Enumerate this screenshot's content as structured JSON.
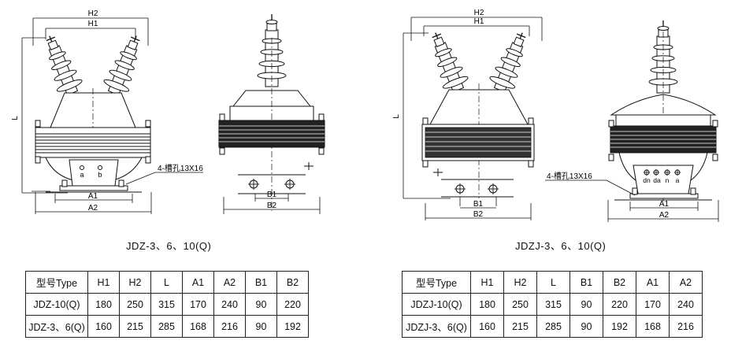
{
  "left": {
    "caption": "JDZ-3、6、10(Q)",
    "dims": {
      "h2": "H2",
      "h1": "H1",
      "l": "L",
      "a1": "A1",
      "a2": "A2",
      "b1": "B1",
      "b2": "B2"
    },
    "terminals": [
      "a",
      "b"
    ],
    "slot_label": "4-槽孔13X16",
    "table": {
      "headers": [
        "型号Type",
        "H1",
        "H2",
        "L",
        "A1",
        "A2",
        "B1",
        "B2"
      ],
      "rows": [
        [
          "JDZ-10(Q)",
          "180",
          "250",
          "315",
          "170",
          "240",
          "90",
          "220"
        ],
        [
          "JDZ-3、6(Q)",
          "160",
          "215",
          "285",
          "168",
          "216",
          "90",
          "192"
        ]
      ]
    }
  },
  "right": {
    "caption": "JDZJ-3、6、10(Q)",
    "dims": {
      "h2": "H2",
      "h1": "H1",
      "l": "L",
      "a1": "A1",
      "a2": "A2",
      "b1": "B1",
      "b2": "B2"
    },
    "terminals": [
      "dn",
      "da",
      "n",
      "a"
    ],
    "slot_label": "4-槽孔13X16",
    "table": {
      "headers": [
        "型号Type",
        "H1",
        "H2",
        "L",
        "B1",
        "B2",
        "A1",
        "A2"
      ],
      "rows": [
        [
          "JDZJ-10(Q)",
          "180",
          "250",
          "315",
          "90",
          "220",
          "170",
          "240"
        ],
        [
          "JDZJ-3、6(Q)",
          "160",
          "215",
          "285",
          "90",
          "192",
          "168",
          "216"
        ]
      ]
    }
  }
}
